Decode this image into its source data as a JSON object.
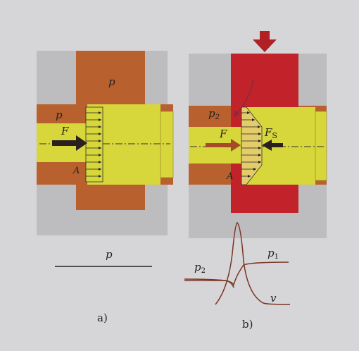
{
  "panel_a": {
    "label": "a)",
    "pressure_label": "p",
    "inlet_pressure_label": "p",
    "force_label": "F",
    "area_label": "A",
    "bottom_label": "p"
  },
  "panel_b": {
    "label": "b)",
    "p2_label": "p",
    "p2_sub": "2",
    "force_label": "F",
    "counter_force_label": "F",
    "counter_force_sub": "S",
    "area_label": "A",
    "graph_p1_label": "p",
    "graph_p1_sub": "1",
    "graph_p2_label": "p",
    "graph_p2_sub": "2",
    "graph_v_label": "v"
  },
  "colors": {
    "background": "#d6d5d8",
    "housing_gray": "#bdbdbf",
    "oil_brown": "#b8612e",
    "piston_yellow": "#d7d63a",
    "pressure_red": "#c2232a",
    "force_arrow_dark": "#2a2020",
    "force_arrow_brown": "#a64a2a",
    "curve_brown": "#7a3525"
  }
}
